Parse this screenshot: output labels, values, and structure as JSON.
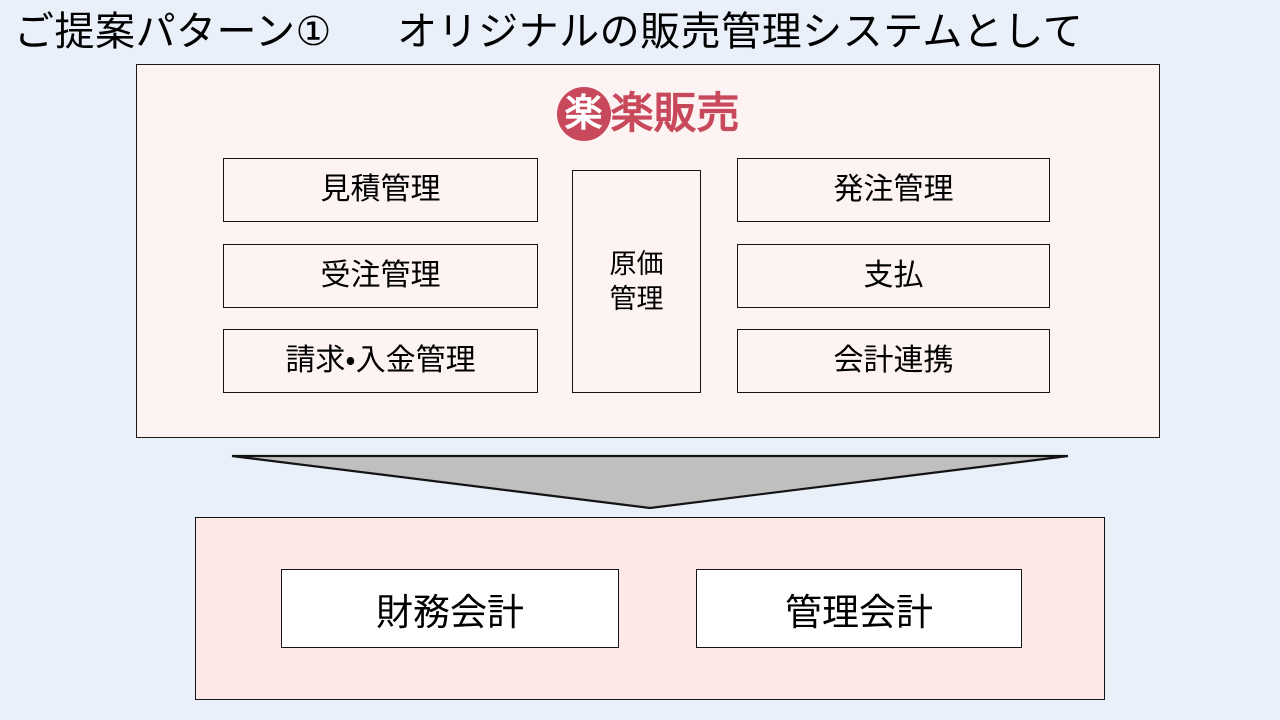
{
  "slide": {
    "title_part1": "ご提案パターン①",
    "title_part2": "オリジナルの販売管理システムとして",
    "background_color": "#e9f0f9"
  },
  "product_panel": {
    "fill_color": "#fdf3f2",
    "border_color": "#1a1a1a",
    "logo": {
      "badge_char": "楽",
      "word": "楽販売",
      "full_name": "楽楽販売",
      "brand_color": "#c8485c"
    },
    "modules": {
      "left_column": [
        {
          "label": "見積管理"
        },
        {
          "label": "受注管理"
        },
        {
          "label": "請求・入金管理"
        }
      ],
      "center_column": [
        {
          "line1": "原価",
          "line2": "管理"
        }
      ],
      "right_column": [
        {
          "label": "発注管理"
        },
        {
          "label": "支払"
        },
        {
          "label": "会計連携"
        }
      ]
    }
  },
  "flow_arrow": {
    "direction": "down",
    "fill_color": "#bfbfbf",
    "border_color": "#141414"
  },
  "accounting_panel": {
    "fill_color": "#fde8e8",
    "border_color": "#141414",
    "boxes": [
      {
        "label": "財務会計"
      },
      {
        "label": "管理会計"
      }
    ]
  }
}
